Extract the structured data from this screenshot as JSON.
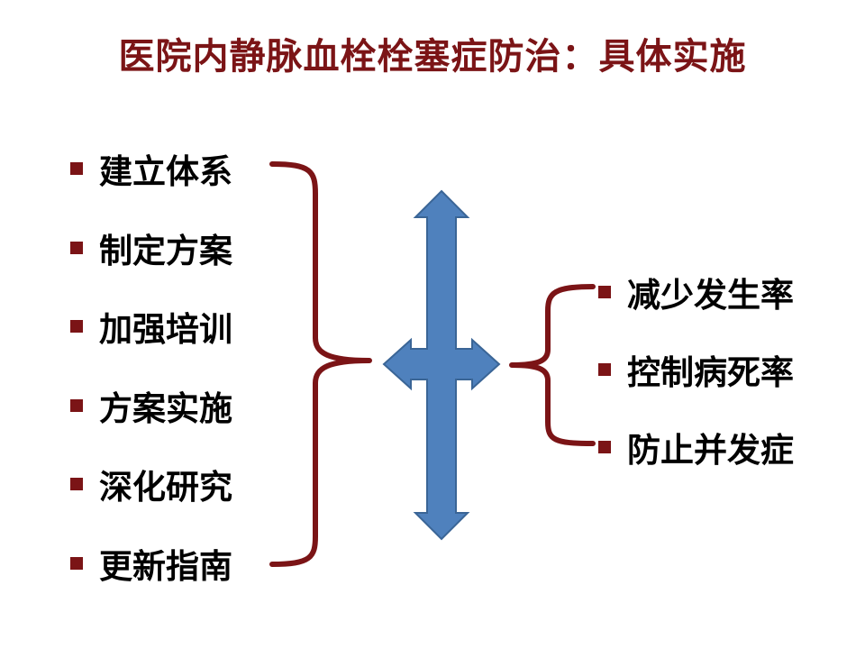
{
  "title": "医院内静脉血栓栓塞症防治：具体实施",
  "left_items": [
    "建立体系",
    "制定方案",
    "加强培训",
    "方案实施",
    "深化研究",
    "更新指南"
  ],
  "right_items": [
    "减少发生率",
    "控制病死率",
    "防止并发症"
  ],
  "colors": {
    "title": "#7b1416",
    "bullet": "#7b1416",
    "brace": "#7b1416",
    "arrow_fill": "#4f81bd",
    "arrow_stroke": "#3a6596",
    "text": "#000000"
  },
  "icons": {
    "bullet": "square-bullet-icon",
    "arrow": "four-way-arrow-icon",
    "brace": "curly-brace-icon"
  }
}
